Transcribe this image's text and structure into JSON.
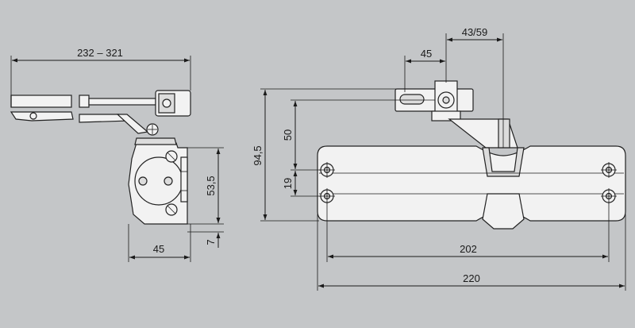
{
  "colors": {
    "background": "#c4c6c8",
    "line": "#1a1a1a",
    "part_fill": "#f2f2f2"
  },
  "side_view": {
    "arm_length": "232 – 321",
    "height": "53,5",
    "width": "45",
    "offset": "7"
  },
  "front_view": {
    "bracket_offset_1": "43/59",
    "bracket_offset_2": "45",
    "total_height": "94,5",
    "bracket_height": "50",
    "hole_spacing": "19",
    "hole_distance": "202",
    "total_length": "220"
  }
}
